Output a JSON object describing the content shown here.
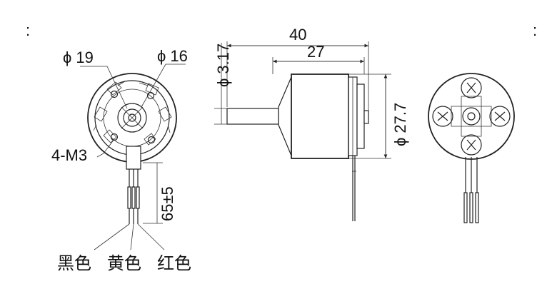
{
  "dimensions": {
    "dia_19": "ϕ 19",
    "dia_16": "ϕ 16",
    "mount_holes": "4-M3",
    "lead_length": "65±5",
    "shaft_dia": "ϕ 3.17",
    "total_length": "40",
    "body_length": "27",
    "body_dia": "ϕ 27.7"
  },
  "wires": {
    "black": "黑色",
    "yellow": "黄色",
    "red": "红色"
  },
  "margin_marks": {
    "left": ":",
    "right": ":"
  }
}
